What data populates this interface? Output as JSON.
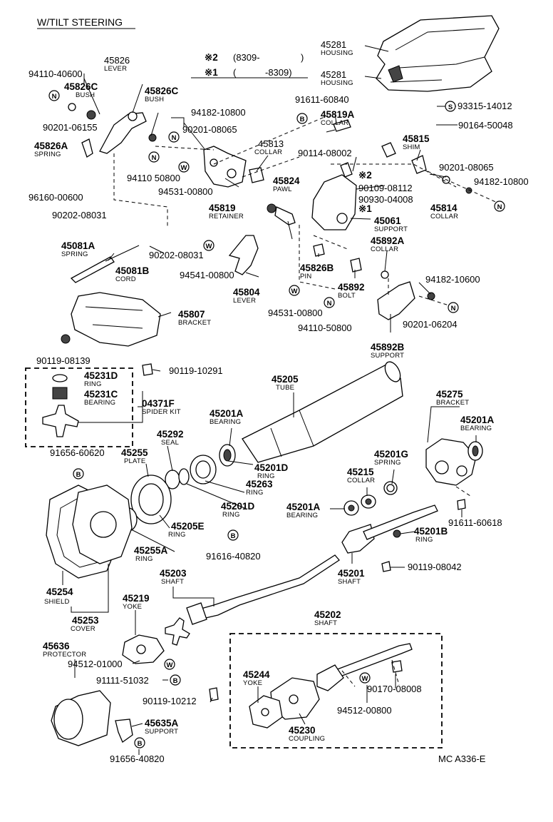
{
  "title": "W/TILT STEERING",
  "footer": "MC A336-E",
  "legend": {
    "r2": {
      "mark": "※2",
      "val": "(8309-",
      "close": ")"
    },
    "r1": {
      "mark": "※1",
      "open": "(",
      "val": "-8309)"
    }
  },
  "marks": {
    "W": "W",
    "N": "N",
    "B": "B",
    "S": "S",
    "r1": "※1",
    "r2": "※2"
  },
  "parts": {
    "p45281a": "45281",
    "n45281a": "HOUSING",
    "p45281b": "45281",
    "n45281b": "HOUSING",
    "p93315": "93315-14012",
    "p90164": "90164-50048",
    "p45826": "45826",
    "n45826": "LEVER",
    "p94110a": "94110-40600",
    "p45826c1": "45826C",
    "n45826c1": "BUSH",
    "p45826c2": "45826C",
    "n45826c2": "BUSH",
    "p90201a": "90201-06155",
    "p45826a": "45826A",
    "n45826a": "SPRING",
    "p94182a": "94182-10800",
    "p90201b": "90201-08065",
    "p94110b": "94110 50800",
    "p94531a": "94531-00800",
    "p96160": "96160-00600",
    "p90202a": "90202-08031",
    "p90202b": "90202-08031",
    "p91611a": "91611-60840",
    "p45819a": "45819A",
    "n45819a": "COLLAR",
    "p45813": "45813",
    "n45813": "COLLAR",
    "p45819": "45819",
    "n45819": "RETAINER",
    "p90114": "90114-08002",
    "p45815": "45815",
    "n45815": "SHIM",
    "p90201c": "90201-08065",
    "p94182b": "94182-10800",
    "p45824": "45824",
    "n45824": "PAWL",
    "p90109": "90109-08112",
    "p90930": "90930-04008",
    "p45814": "45814",
    "n45814": "COLLAR",
    "p45061": "45061",
    "n45061": "SUPPORT",
    "p45892a": "45892A",
    "n45892a": "COLLAR",
    "p45081a": "45081A",
    "n45081a": "SPRING",
    "p45081b": "45081B",
    "n45081b": "CORD",
    "p94541": "94541-00800",
    "p45826b": "45826B",
    "n45826b": "PIN",
    "p45892": "45892",
    "n45892": "BOLT",
    "p94182c": "94182-10600",
    "p45804": "45804",
    "n45804": "LEVER",
    "p94531b": "94531-00800",
    "p94110c": "94110-50800",
    "p90201d": "90201-06204",
    "p45807": "45807",
    "n45807": "BRACKET",
    "p90119a": "90119-08139",
    "p45892b": "45892B",
    "n45892b": "SUPPORT",
    "p90119b": "90119-10291",
    "p45231d": "45231D",
    "n45231d": "RING",
    "p45231c": "45231C",
    "n45231c": "BEARING",
    "p04371f": "04371F",
    "n04371f": "SPIDER KIT",
    "p45205": "45205",
    "n45205": "TUBE",
    "p45201a1": "45201A",
    "n45201a1": "BEARING",
    "p45275": "45275",
    "n45275": "BRACKET",
    "p45201a2": "45201A",
    "n45201a2": "BEARING",
    "p45292": "45292",
    "n45292": "SEAL",
    "p91656a": "91656-60620",
    "p45255": "45255",
    "n45255": "PLATE",
    "p45201d1": "45201D",
    "n45201d1": "RING",
    "p45263": "45263",
    "n45263": "RING",
    "p45201g": "45201G",
    "n45201g": "SPRING",
    "p45215": "45215",
    "n45215": "COLLAR",
    "p45201d2": "45201D",
    "n45201d2": "RING",
    "p45205e": "45205E",
    "n45205e": "RING",
    "p45201a3": "45201A",
    "n45201a3": "BEARING",
    "p91611b": "91611-60618",
    "p45201b": "45201B",
    "n45201b": "RING",
    "p45255a": "45255A",
    "n45255a": "RING",
    "p91616": "91616-40820",
    "p90119c": "90119-08042",
    "p45201": "45201",
    "n45201": "SHAFT",
    "p45254": "45254",
    "n45254": "SHIELD",
    "p45203": "45203",
    "n45203": "SHAFT",
    "p45219": "45219",
    "n45219": "YOKE",
    "p45253": "45253",
    "n45253": "COVER",
    "p45202": "45202",
    "n45202": "SHAFT",
    "p45636": "45636",
    "n45636": "PROTECTOR",
    "p94512a": "94512-01000",
    "p45244": "45244",
    "n45244": "YOKE",
    "p91111": "91111-51032",
    "p90119d": "90119-10212",
    "p90170": "90170-08008",
    "p94512b": "94512-00800",
    "p45635a": "45635A",
    "n45635a": "SUPPORT",
    "p45230": "45230",
    "n45230": "COUPLING",
    "p91656b": "91656-40820"
  }
}
